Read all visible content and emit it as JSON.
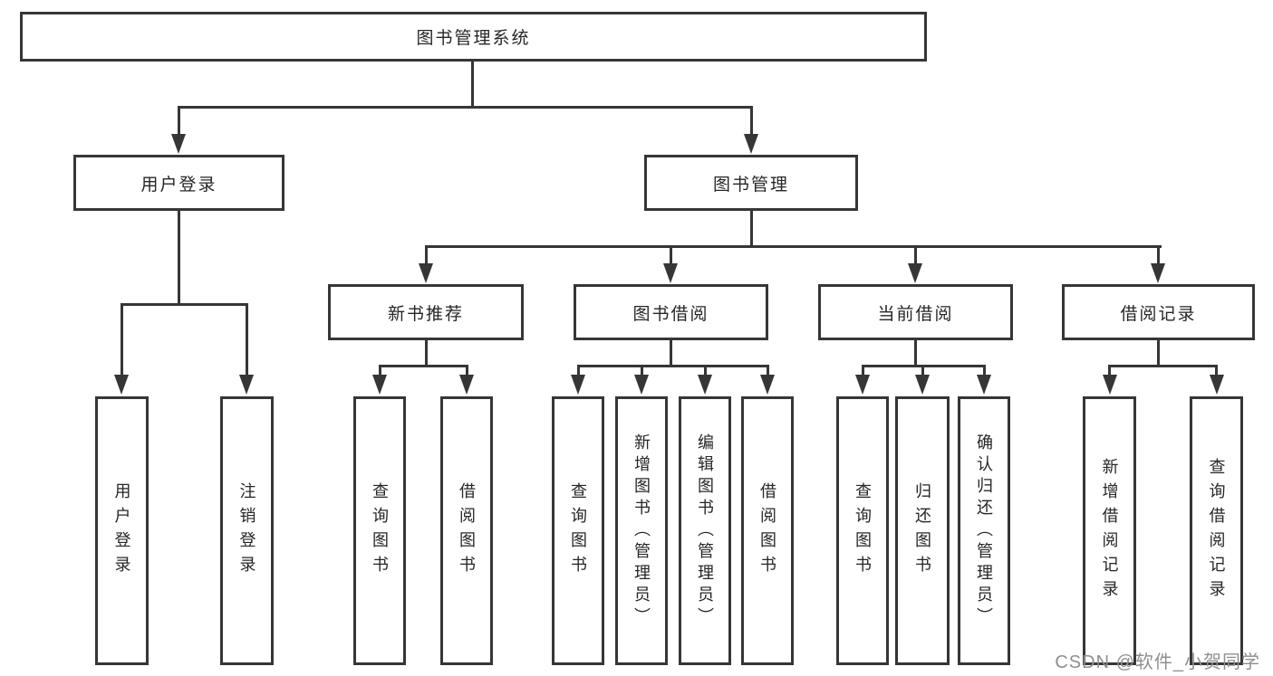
{
  "diagram": {
    "type": "hierarchy-tree",
    "colors": {
      "line": "#363636",
      "box_border": "#363636",
      "text": "#262626",
      "background": "#ffffff",
      "watermark": "#8f8f93"
    }
  },
  "nodes": {
    "root": {
      "label": "图书管理系统",
      "children": [
        "user_login",
        "book_mgmt"
      ]
    },
    "user_login": {
      "label": "用户登录",
      "children": [
        "u1",
        "u2"
      ]
    },
    "book_mgmt": {
      "label": "图书管理",
      "children": [
        "new_book_rec",
        "book_borrow",
        "current_borrow",
        "borrow_record"
      ]
    },
    "new_book_rec": {
      "label": "新书推荐",
      "children": [
        "n1",
        "n2"
      ]
    },
    "book_borrow": {
      "label": "图书借阅",
      "children": [
        "b1",
        "b2",
        "b3",
        "b4"
      ]
    },
    "current_borrow": {
      "label": "当前借阅",
      "children": [
        "c1",
        "c2",
        "c3"
      ]
    },
    "borrow_record": {
      "label": "借阅记录",
      "children": [
        "r1",
        "r2"
      ]
    },
    "u1": {
      "label": "用户登录",
      "children": []
    },
    "u2": {
      "label": "注销登录",
      "children": []
    },
    "n1": {
      "label": "查询图书",
      "children": []
    },
    "n2": {
      "label": "借阅图书",
      "children": []
    },
    "b1": {
      "label": "查询图书",
      "children": []
    },
    "b2": {
      "label": "新增图书（管理员）",
      "children": []
    },
    "b3": {
      "label": "编辑图书（管理员）",
      "children": []
    },
    "b4": {
      "label": "借阅图书",
      "children": []
    },
    "c1": {
      "label": "查询图书",
      "children": []
    },
    "c2": {
      "label": "归还图书",
      "children": []
    },
    "c3": {
      "label": "确认归还（管理员）",
      "children": []
    },
    "r1": {
      "label": "新增借阅记录",
      "children": []
    },
    "r2": {
      "label": "查询借阅记录",
      "children": []
    }
  },
  "watermark": {
    "text": "CSDN @软件_小贺同学"
  }
}
